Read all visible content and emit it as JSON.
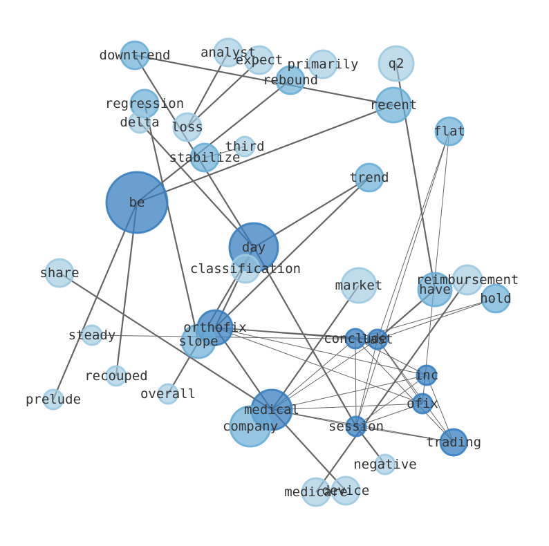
{
  "graph": {
    "nodes": [
      {
        "id": "be",
        "label": "be",
        "weight": 1.0
      },
      {
        "id": "day",
        "label": "day",
        "weight": 0.95
      },
      {
        "id": "medical",
        "label": "medical",
        "weight": 0.9
      },
      {
        "id": "orthofix",
        "label": "orthofix",
        "weight": 0.85
      },
      {
        "id": "trading",
        "label": "trading",
        "weight": 0.8
      },
      {
        "id": "flat",
        "label": "flat",
        "weight": 0.72
      },
      {
        "id": "stabilize",
        "label": "stabilize",
        "weight": 0.72
      },
      {
        "id": "rebound",
        "label": "rebound",
        "weight": 0.72
      },
      {
        "id": "inc",
        "label": "inc",
        "weight": 0.85
      },
      {
        "id": "ofix",
        "label": "ofix",
        "weight": 0.85
      },
      {
        "id": "session",
        "label": "session",
        "weight": 0.85
      },
      {
        "id": "conclude",
        "label": "conclude",
        "weight": 0.9
      },
      {
        "id": "last",
        "label": "last",
        "weight": 0.9
      },
      {
        "id": "recent",
        "label": "recent",
        "weight": 0.55
      },
      {
        "id": "downtrend",
        "label": "downtrend",
        "weight": 0.55
      },
      {
        "id": "regression",
        "label": "regression",
        "weight": 0.55
      },
      {
        "id": "trend",
        "label": "trend",
        "weight": 0.5
      },
      {
        "id": "hold",
        "label": "hold",
        "weight": 0.5
      },
      {
        "id": "have",
        "label": "have",
        "weight": 0.5
      },
      {
        "id": "slope",
        "label": "slope",
        "weight": 0.45
      },
      {
        "id": "company",
        "label": "company",
        "weight": 0.45
      },
      {
        "id": "market",
        "label": "market",
        "weight": 0.3
      },
      {
        "id": "q2",
        "label": "q2",
        "weight": 0.3
      },
      {
        "id": "analyst",
        "label": "analyst",
        "weight": 0.3
      },
      {
        "id": "expect",
        "label": "expect",
        "weight": 0.3
      },
      {
        "id": "primarily",
        "label": "primarily",
        "weight": 0.3
      },
      {
        "id": "loss",
        "label": "loss",
        "weight": 0.3
      },
      {
        "id": "delta",
        "label": "delta",
        "weight": 0.3
      },
      {
        "id": "third",
        "label": "third",
        "weight": 0.3
      },
      {
        "id": "classification",
        "label": "classification",
        "weight": 0.3
      },
      {
        "id": "share",
        "label": "share",
        "weight": 0.3
      },
      {
        "id": "reimbursement",
        "label": "reimbursement",
        "weight": 0.3
      },
      {
        "id": "steady",
        "label": "steady",
        "weight": 0.3
      },
      {
        "id": "recouped",
        "label": "recouped",
        "weight": 0.3
      },
      {
        "id": "overall",
        "label": "overall",
        "weight": 0.3
      },
      {
        "id": "prelude",
        "label": "prelude",
        "weight": 0.3
      },
      {
        "id": "negative",
        "label": "negative",
        "weight": 0.3
      },
      {
        "id": "medicare",
        "label": "medicare",
        "weight": 0.3
      },
      {
        "id": "device",
        "label": "device",
        "weight": 0.3
      }
    ],
    "edges": [
      {
        "source": "downtrend",
        "target": "recent",
        "strength": "strong"
      },
      {
        "source": "downtrend",
        "target": "day",
        "strength": "strong"
      },
      {
        "source": "analyst",
        "target": "loss",
        "strength": "strong"
      },
      {
        "source": "expect",
        "target": "loss",
        "strength": "strong"
      },
      {
        "source": "rebound",
        "target": "be",
        "strength": "strong"
      },
      {
        "source": "recent",
        "target": "be",
        "strength": "strong"
      },
      {
        "source": "regression",
        "target": "slope",
        "strength": "strong"
      },
      {
        "source": "delta",
        "target": "day",
        "strength": "strong"
      },
      {
        "source": "be",
        "target": "prelude",
        "strength": "strong"
      },
      {
        "source": "be",
        "target": "recouped",
        "strength": "strong"
      },
      {
        "source": "trend",
        "target": "orthofix",
        "strength": "strong"
      },
      {
        "source": "trend",
        "target": "day",
        "strength": "strong"
      },
      {
        "source": "day",
        "target": "orthofix",
        "strength": "strong"
      },
      {
        "source": "day",
        "target": "overall",
        "strength": "strong"
      },
      {
        "source": "day",
        "target": "session",
        "strength": "strong"
      },
      {
        "source": "q2",
        "target": "have",
        "strength": "strong"
      },
      {
        "source": "share",
        "target": "medical",
        "strength": "strong"
      },
      {
        "source": "market",
        "target": "medical",
        "strength": "strong"
      },
      {
        "source": "orthofix",
        "target": "medical",
        "strength": "strong"
      },
      {
        "source": "medical",
        "target": "device",
        "strength": "strong"
      },
      {
        "source": "reimbursement",
        "target": "medicare",
        "strength": "strong"
      },
      {
        "source": "have",
        "target": "last",
        "strength": "strong"
      },
      {
        "source": "session",
        "target": "negative",
        "strength": "strong"
      },
      {
        "source": "orthofix",
        "target": "conclude",
        "strength": "medium"
      },
      {
        "source": "orthofix",
        "target": "last",
        "strength": "medium"
      },
      {
        "source": "orthofix",
        "target": "inc",
        "strength": "thin"
      },
      {
        "source": "orthofix",
        "target": "ofix",
        "strength": "thin"
      },
      {
        "source": "steady",
        "target": "last",
        "strength": "thin"
      },
      {
        "source": "flat",
        "target": "last",
        "strength": "thin"
      },
      {
        "source": "flat",
        "target": "session",
        "strength": "thin"
      },
      {
        "source": "flat",
        "target": "ofix",
        "strength": "thin"
      },
      {
        "source": "hold",
        "target": "conclude",
        "strength": "thin"
      },
      {
        "source": "hold",
        "target": "last",
        "strength": "thin"
      },
      {
        "source": "conclude",
        "target": "medical",
        "strength": "thin"
      },
      {
        "source": "conclude",
        "target": "session",
        "strength": "thin"
      },
      {
        "source": "conclude",
        "target": "trading",
        "strength": "thin"
      },
      {
        "source": "conclude",
        "target": "inc",
        "strength": "thin"
      },
      {
        "source": "last",
        "target": "medical",
        "strength": "thin"
      },
      {
        "source": "last",
        "target": "session",
        "strength": "thin"
      },
      {
        "source": "last",
        "target": "trading",
        "strength": "thin"
      },
      {
        "source": "last",
        "target": "ofix",
        "strength": "thin"
      },
      {
        "source": "inc",
        "target": "medical",
        "strength": "thin"
      },
      {
        "source": "inc",
        "target": "session",
        "strength": "thin"
      },
      {
        "source": "inc",
        "target": "trading",
        "strength": "thin"
      },
      {
        "source": "ofix",
        "target": "medical",
        "strength": "thin"
      },
      {
        "source": "ofix",
        "target": "session",
        "strength": "thin"
      },
      {
        "source": "medical",
        "target": "session",
        "strength": "thin"
      },
      {
        "source": "medical",
        "target": "trading",
        "strength": "thin"
      },
      {
        "source": "session",
        "target": "trading",
        "strength": "thin"
      },
      {
        "source": "stabilize",
        "target": "third",
        "strength": "thin"
      }
    ]
  },
  "colors": {
    "node_dark": "#3a7fbf",
    "node_mid": "#6baed6",
    "node_light": "#9ecae1",
    "edge": "#666666",
    "label": "#333333"
  }
}
